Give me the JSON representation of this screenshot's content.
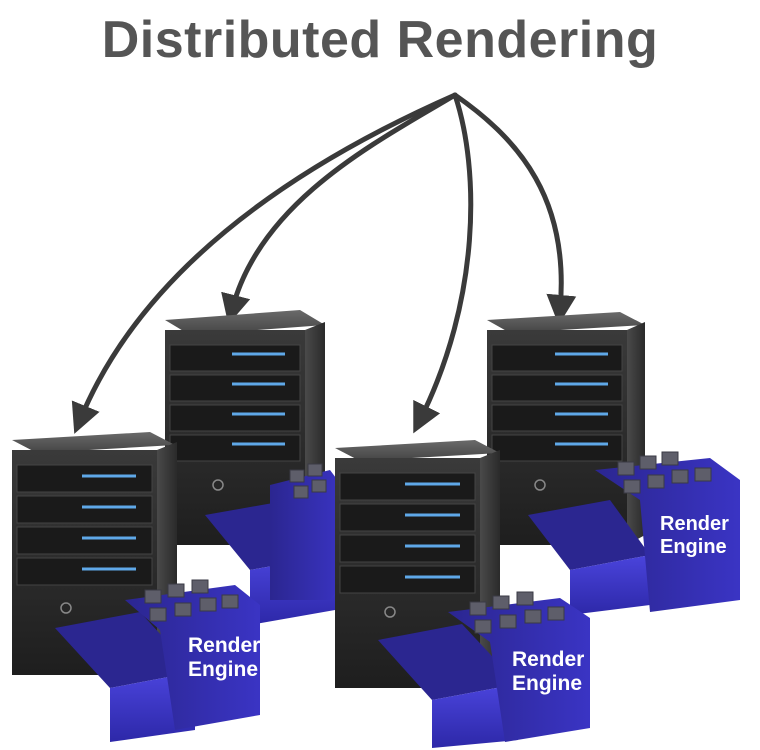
{
  "title": "Distributed Rendering",
  "engine_label_line1": "Render",
  "engine_label_line2": "Engine",
  "colors": {
    "title": "#555555",
    "arrow": "#3a3a3a",
    "server_body": "#2a2a2a",
    "server_led": "#5fa8e8",
    "engine_blue": "#3b35c8"
  },
  "servers": [
    {
      "id": "back-left",
      "has_render_engine": true
    },
    {
      "id": "back-right",
      "has_render_engine": true
    },
    {
      "id": "front-left",
      "has_render_engine": true
    },
    {
      "id": "front-center",
      "has_render_engine": true
    }
  ]
}
